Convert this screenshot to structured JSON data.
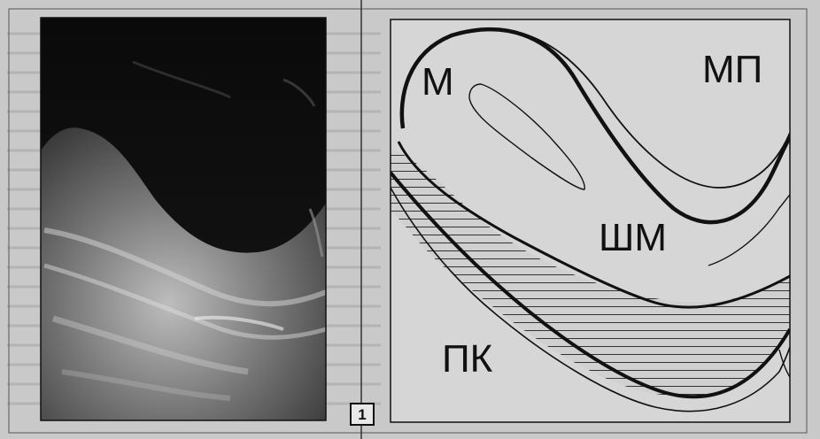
{
  "figure": {
    "number": "1",
    "labels": {
      "m": "М",
      "mp": "МП",
      "shm": "ШМ",
      "pk": "ПК"
    },
    "colors": {
      "page_bg": "#c9c9c9",
      "ultrasound_dark": "#101010",
      "diagram_bg": "#d6d6d6",
      "ink": "#111111"
    }
  }
}
